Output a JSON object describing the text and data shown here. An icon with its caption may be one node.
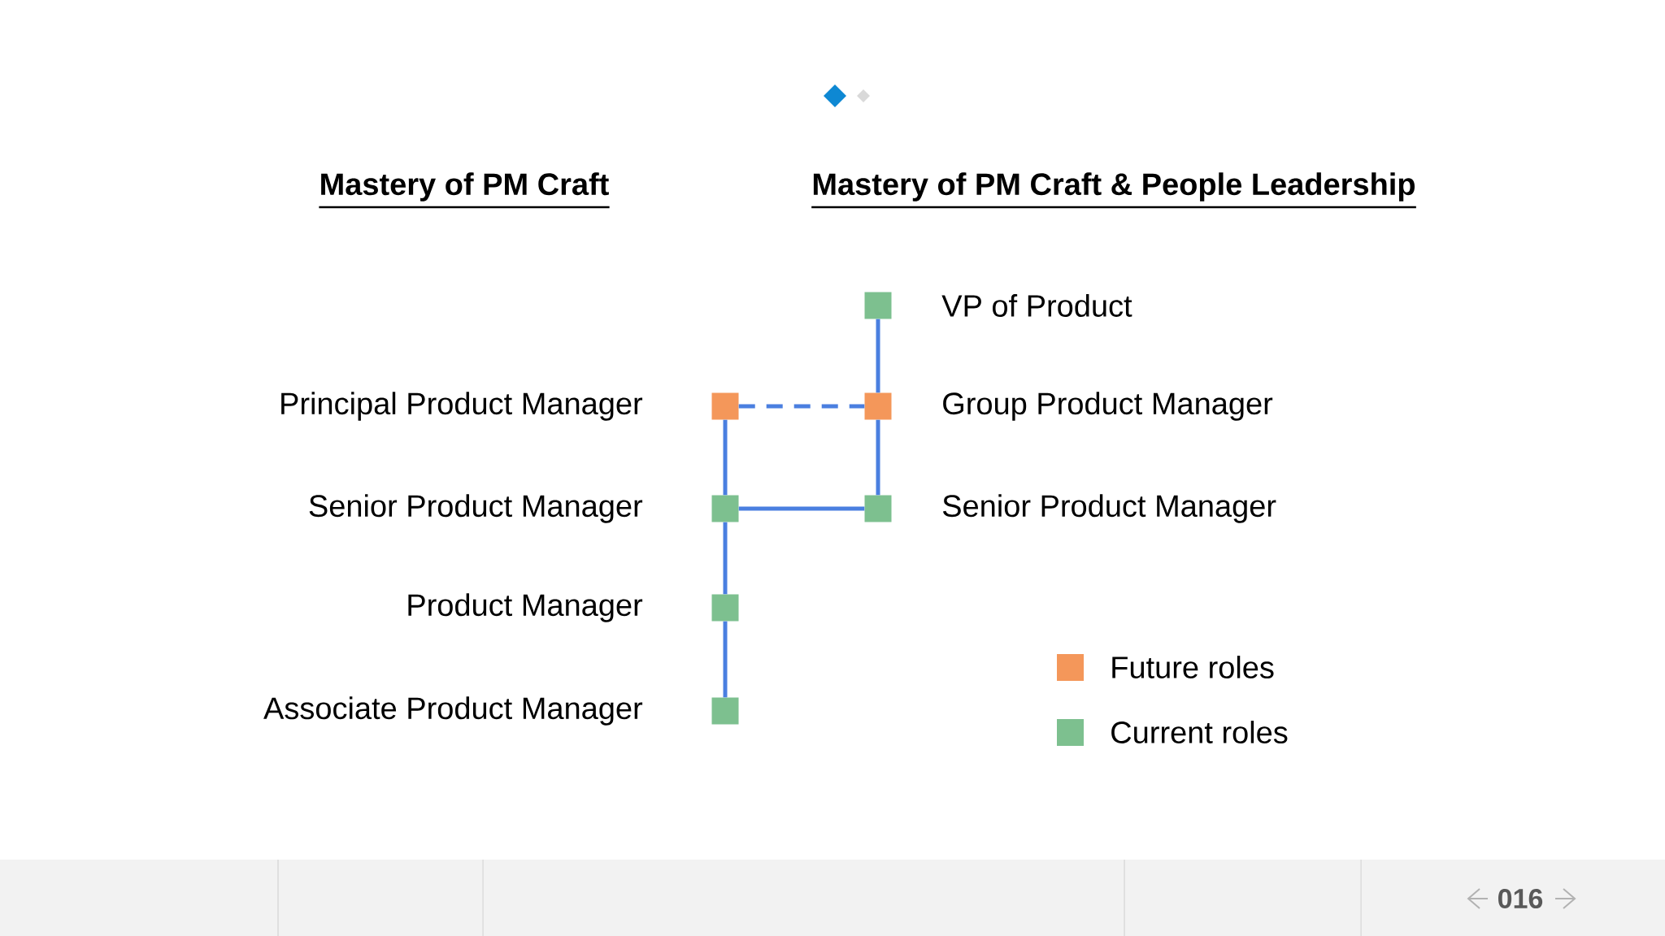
{
  "diagram": {
    "nodes": [
      {
        "text": [],
        "shape": "box",
        "beside": [
          "VP of Product"
        ]
      },
      {
        "text": [],
        "shape": "box",
        "beside": [
          "Principal Product Manager"
        ]
      },
      {
        "text": [],
        "shape": "box",
        "beside": [
          "Group Product Manager"
        ]
      },
      {
        "text": [],
        "shape": "box",
        "beside": [
          "Senior Product Manager"
        ]
      },
      {
        "text": [],
        "shape": "box",
        "beside": [
          "Senior Product Manager"
        ]
      },
      {
        "text": [],
        "shape": "box",
        "beside": [
          "Product Manager"
        ]
      },
      {
        "text": [],
        "shape": "box",
        "beside": [
          "Associate Product Manager"
        ]
      }
    ],
    "edges": [
      {
        "from": 0,
        "to": 2,
        "arrow": "none"
      },
      {
        "from": 1,
        "to": 2,
        "arrow": "none",
        "style": "dashed"
      },
      {
        "from": 1,
        "to": 3,
        "arrow": "none"
      },
      {
        "from": 3,
        "to": 4,
        "arrow": "none"
      },
      {
        "from": 2,
        "to": 4,
        "arrow": "none"
      },
      {
        "from": 3,
        "to": 5,
        "arrow": "none"
      },
      {
        "from": 5,
        "to": 6,
        "arrow": "none"
      }
    ],
    "labels": [
      "Mastery of PM Craft",
      "Mastery of PM Craft & People Leadership",
      "016"
    ],
    "legend": [
      {
        "text": "Future roles",
        "color": "#f4975a"
      },
      {
        "text": "Current roles",
        "color": "#7dc08f"
      }
    ]
  }
}
